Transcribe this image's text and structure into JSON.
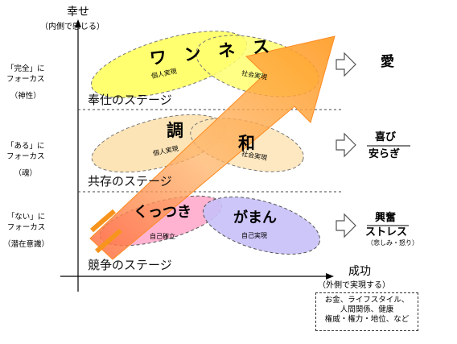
{
  "axes": {
    "y_title": "幸せ",
    "y_subtitle": "（内側で感じる）",
    "x_title": "成功",
    "x_subtitle": "（外側で実現する）"
  },
  "examples": [
    "お金、ライフスタイル、",
    "人間関係、健康",
    "権威・権力・地位、など"
  ],
  "stages": [
    {
      "name": "奉仕のステージ",
      "left_label": [
        "「完全」に",
        "フォーカス",
        "（神性）"
      ],
      "individual": {
        "word": "ワンネス",
        "sub": "個人実現"
      },
      "social": {
        "sub": "社会実現"
      },
      "result": [
        "愛"
      ]
    },
    {
      "name": "共存のステージ",
      "left_label": [
        "「ある」に",
        "フォーカス",
        "（魂）"
      ],
      "individual": {
        "word": "調",
        "sub": "個人実現"
      },
      "social": {
        "word": "和",
        "sub": "社会実現"
      },
      "result": [
        "喜び",
        "安らぎ"
      ]
    },
    {
      "name": "競争のステージ",
      "left_label": [
        "「ない」に",
        "フォーカス",
        "（潜在意識）"
      ],
      "individual": {
        "word": "くっつき",
        "sub": "自己確立"
      },
      "social": {
        "word": "がまん",
        "sub": "自己実現"
      },
      "result": [
        "興奮",
        "ストレス",
        "（悲しみ・怒り）"
      ]
    }
  ],
  "colors": {
    "arrow": "#f7941d",
    "yellow": "#ffff66",
    "peach": "#fde4b6",
    "pink": "#ffb3d1",
    "lavender": "#c8c0f8"
  }
}
